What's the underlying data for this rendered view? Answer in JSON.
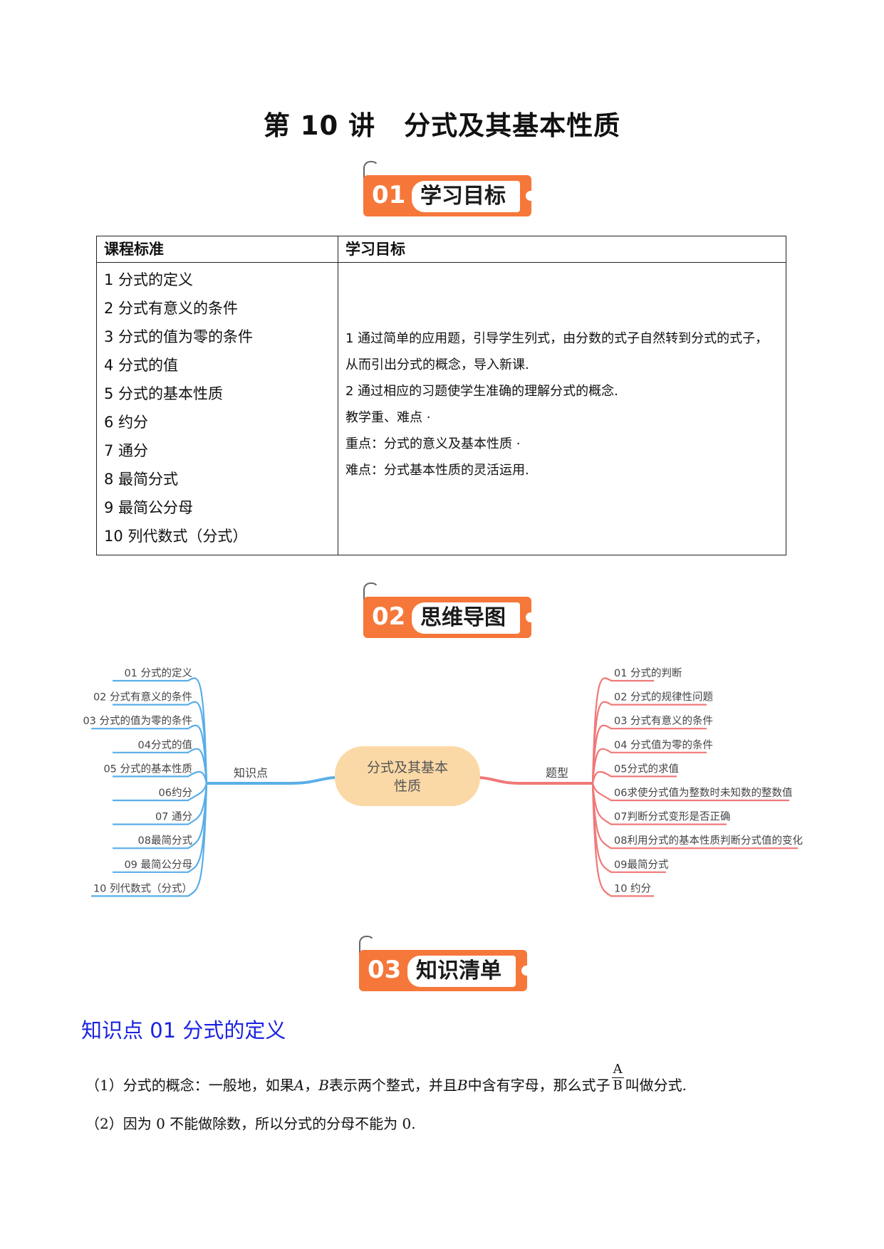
{
  "title": {
    "lesson": "第 10 讲",
    "topic": "分式及其基本性质"
  },
  "sections": [
    {
      "num": "01",
      "label": "学习目标"
    },
    {
      "num": "02",
      "label": "思维导图"
    },
    {
      "num": "03",
      "label": "知识清单"
    }
  ],
  "goals_table": {
    "headers": [
      "课程标准",
      "学习目标"
    ],
    "standards": [
      "1 分式的定义",
      "2 分式有意义的条件",
      "3 分式的值为零的条件",
      "4 分式的值",
      "5 分式的基本性质",
      "6 约分",
      "7 通分",
      "8 最简分式",
      "9 最简公分母",
      "10 列代数式（分式）"
    ],
    "goals": [
      "1 通过简单的应用题，引导学生列式，由分数的式子自然转到分式的式子，",
      "从而引出分式的概念，导入新课.",
      " 2 通过相应的习题使学生准确的理解分式的概念.",
      "教学重、难点 ·",
      "重点：分式的意义及基本性质 ·",
      "难点：分式基本性质的灵活运用."
    ]
  },
  "mindmap": {
    "center": [
      "分式及其基本",
      "性质"
    ],
    "left_branch": "知识点",
    "right_branch": "题型",
    "left_items": [
      "01 分式的定义",
      "02 分式有意义的条件",
      "03 分式的值为零的条件",
      "04分式的值",
      "05 分式的基本性质",
      "06约分",
      "07 通分",
      "08最简分式",
      "09 最简公分母",
      "10 列代数式（分式）"
    ],
    "right_items": [
      "01 分式的判断",
      "02 分式的规律性问题",
      "03 分式有意义的条件",
      "04 分式值为零的条件",
      "05分式的求值",
      "06求使分式值为整数时未知数的整数值",
      "07判断分式变形是否正确",
      "08利用分式的基本性质判断分式值的变化",
      "09最简分式",
      "10 约分"
    ],
    "colors": {
      "left": "#5aaee8",
      "right": "#f07878",
      "center_fill": "#fbd9a6"
    }
  },
  "knowledge": {
    "title": "知识点 01 分式的定义",
    "p1_before": "（1）分式的概念：一般地，如果",
    "p1_A": "A",
    "p1_comma": "，",
    "p1_B": "B",
    "p1_mid": "表示两个整式，并且",
    "p1_B2": "B",
    "p1_after": "中含有字母，那么式子",
    "frac_num": "A",
    "frac_den": "B",
    "p1_end": "叫做分式.",
    "p2": "（2）因为 0 不能做除数，所以分式的分母不能为 0."
  }
}
